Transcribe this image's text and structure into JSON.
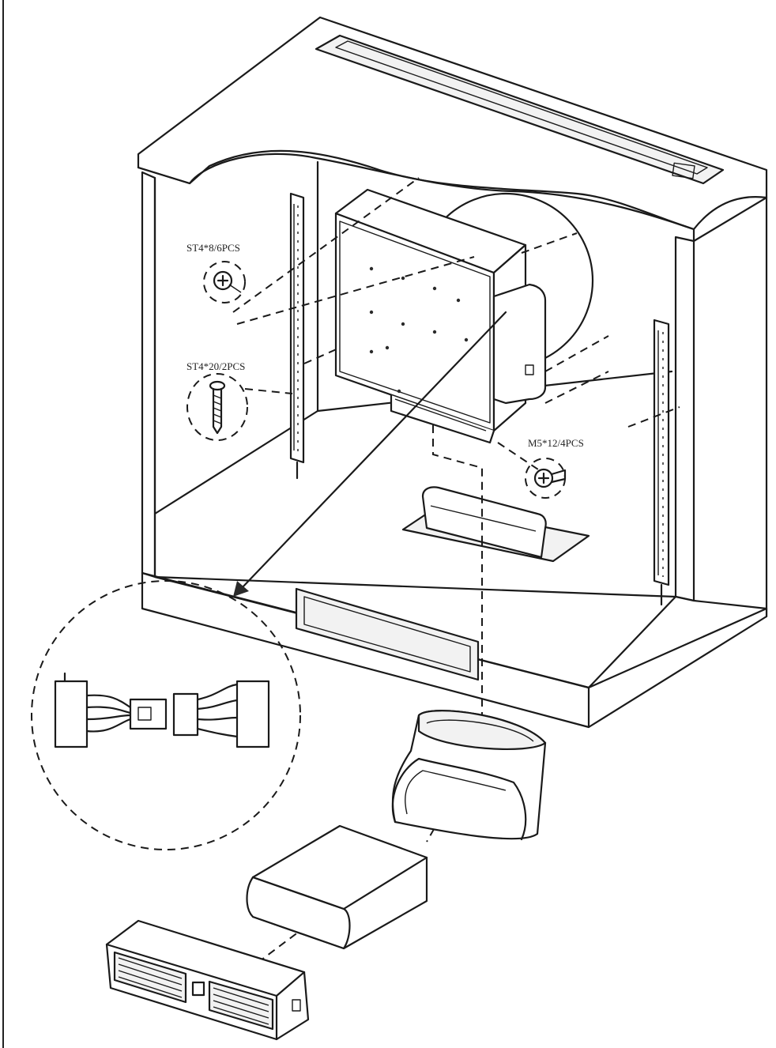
{
  "labels": {
    "screw_a": "ST4*8/6PCS",
    "screw_b": "ST4*20/2PCS",
    "screw_c": "M5*12/4PCS"
  },
  "colors": {
    "line": "#1a1a1a",
    "background": "#ffffff"
  }
}
